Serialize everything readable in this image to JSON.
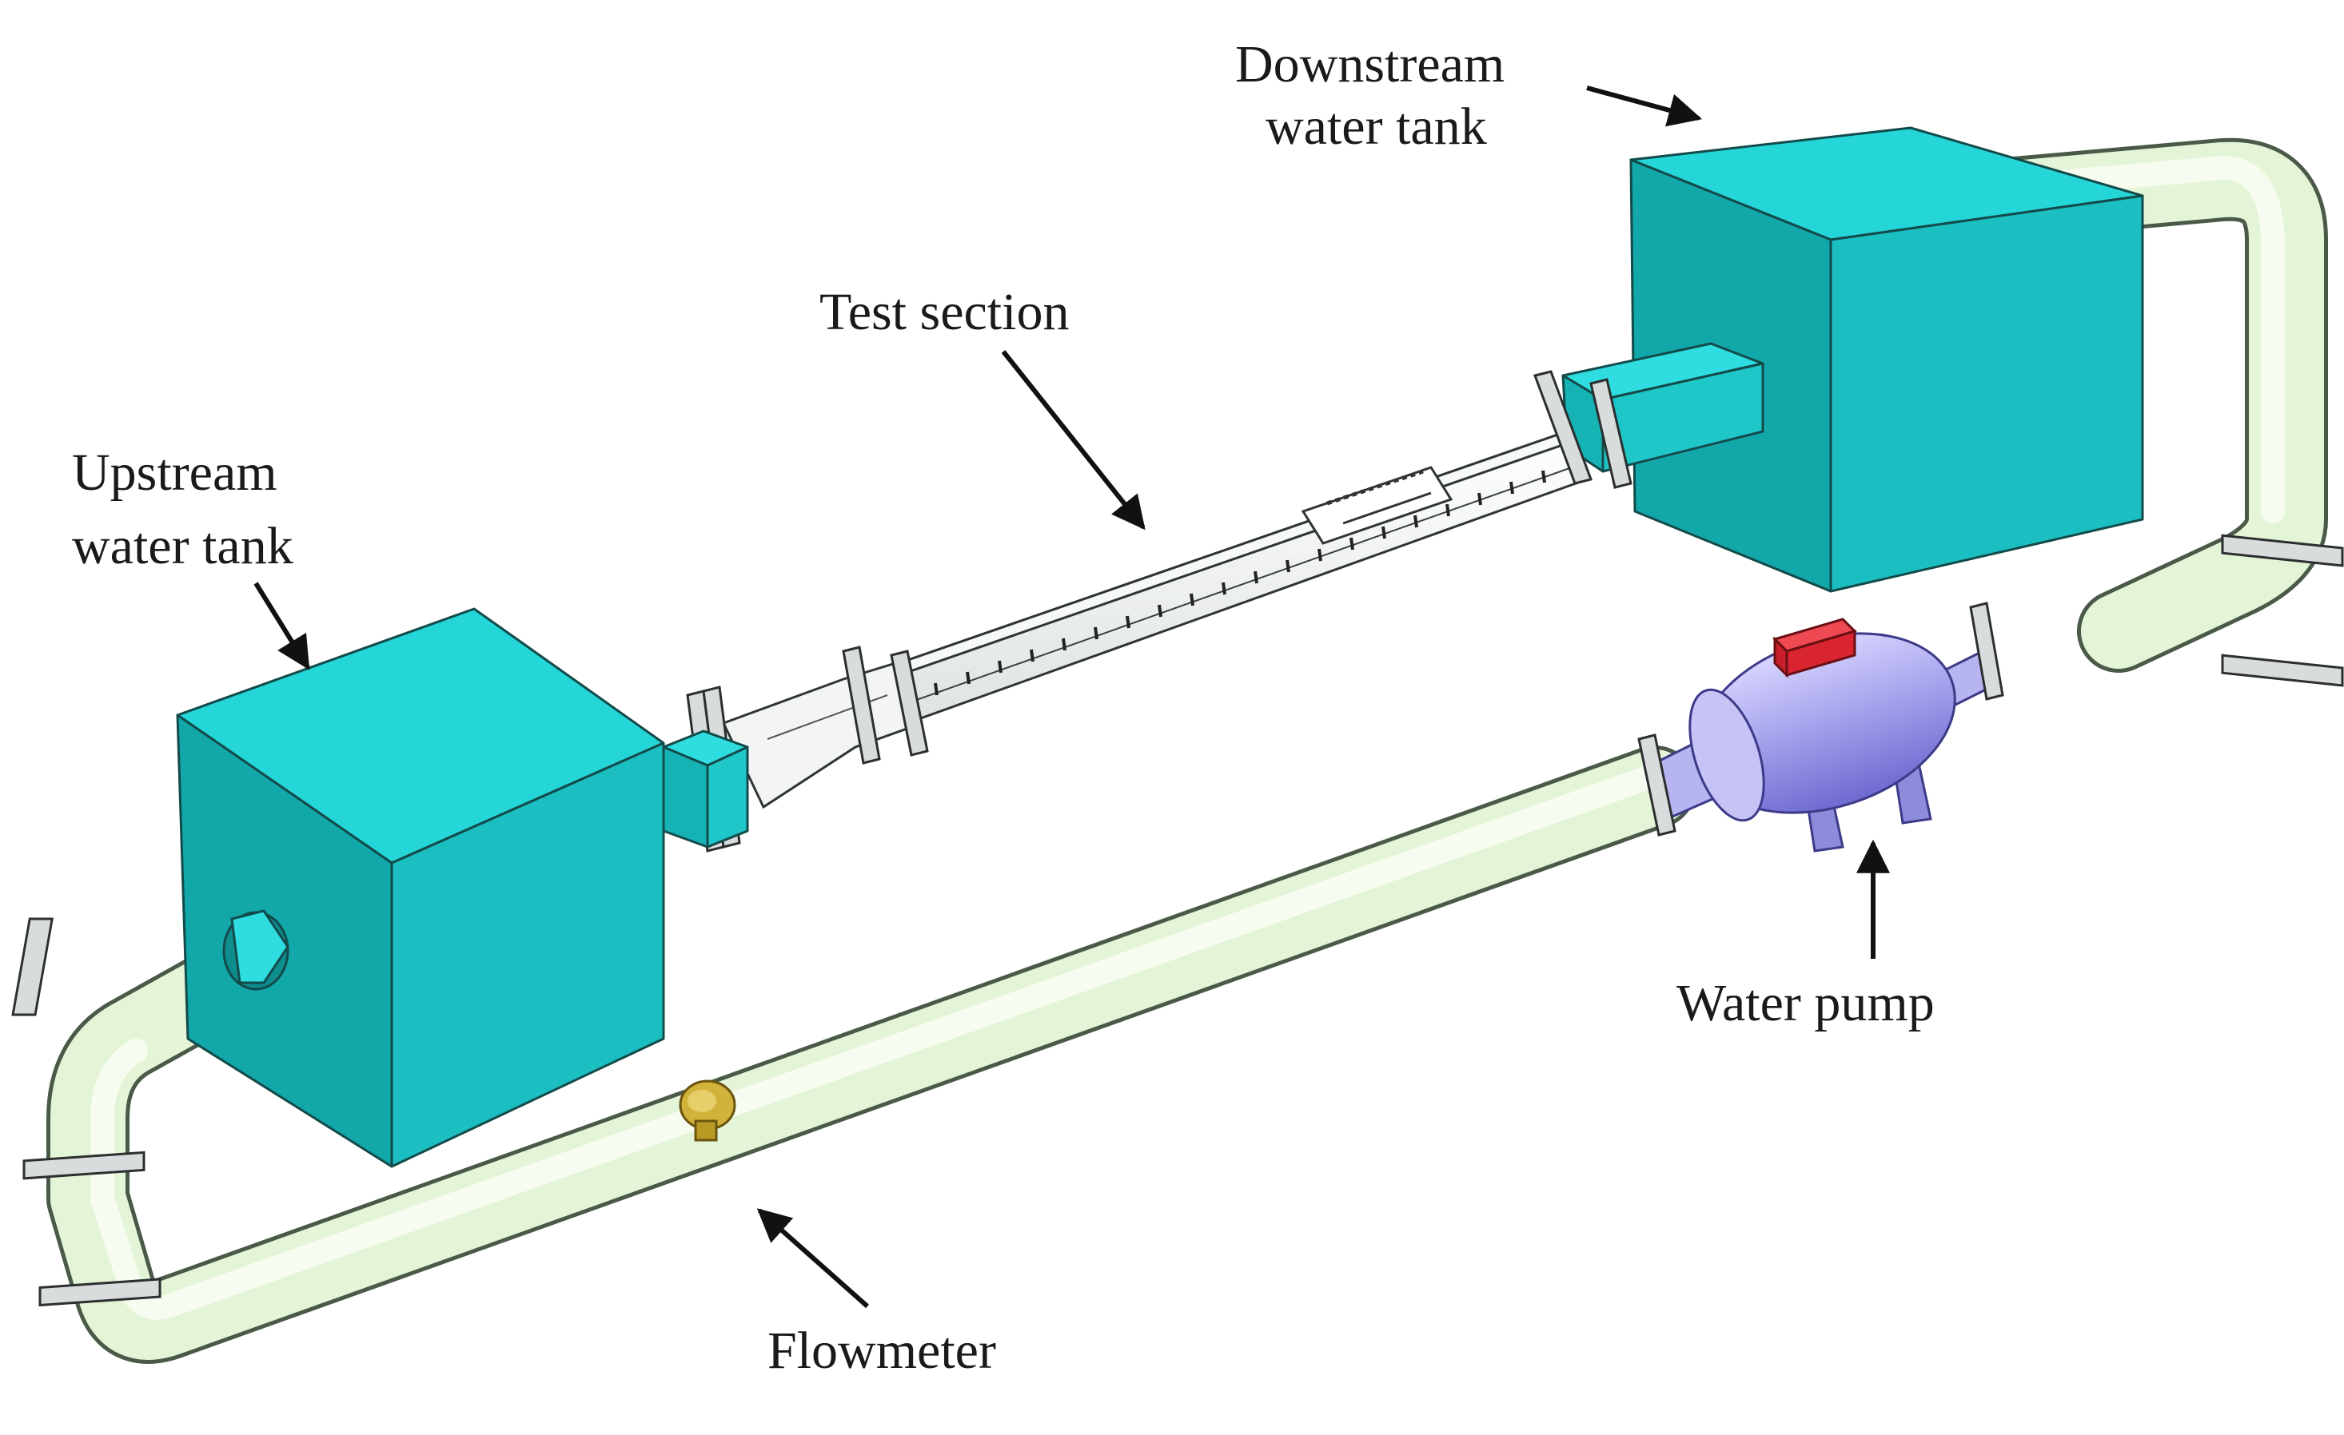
{
  "labels": {
    "downstream_tank_line1": "Downstream",
    "downstream_tank_line2": "water tank",
    "test_section": "Test section",
    "upstream_tank_line1": "Upstream",
    "upstream_tank_line2": "water tank",
    "water_pump": "Water pump",
    "flowmeter": "Flowmeter"
  },
  "colors": {
    "tank_front": "#12a7a9",
    "tank_top": "#25d6d8",
    "tank_side": "#1bbfc1",
    "pipe": "#e4f4d6",
    "pump_body": "#a9a6ee",
    "pump_handle": "#d8252f",
    "flowmeter": "#b99a24",
    "test_section_channel": "#f2f4f4"
  }
}
